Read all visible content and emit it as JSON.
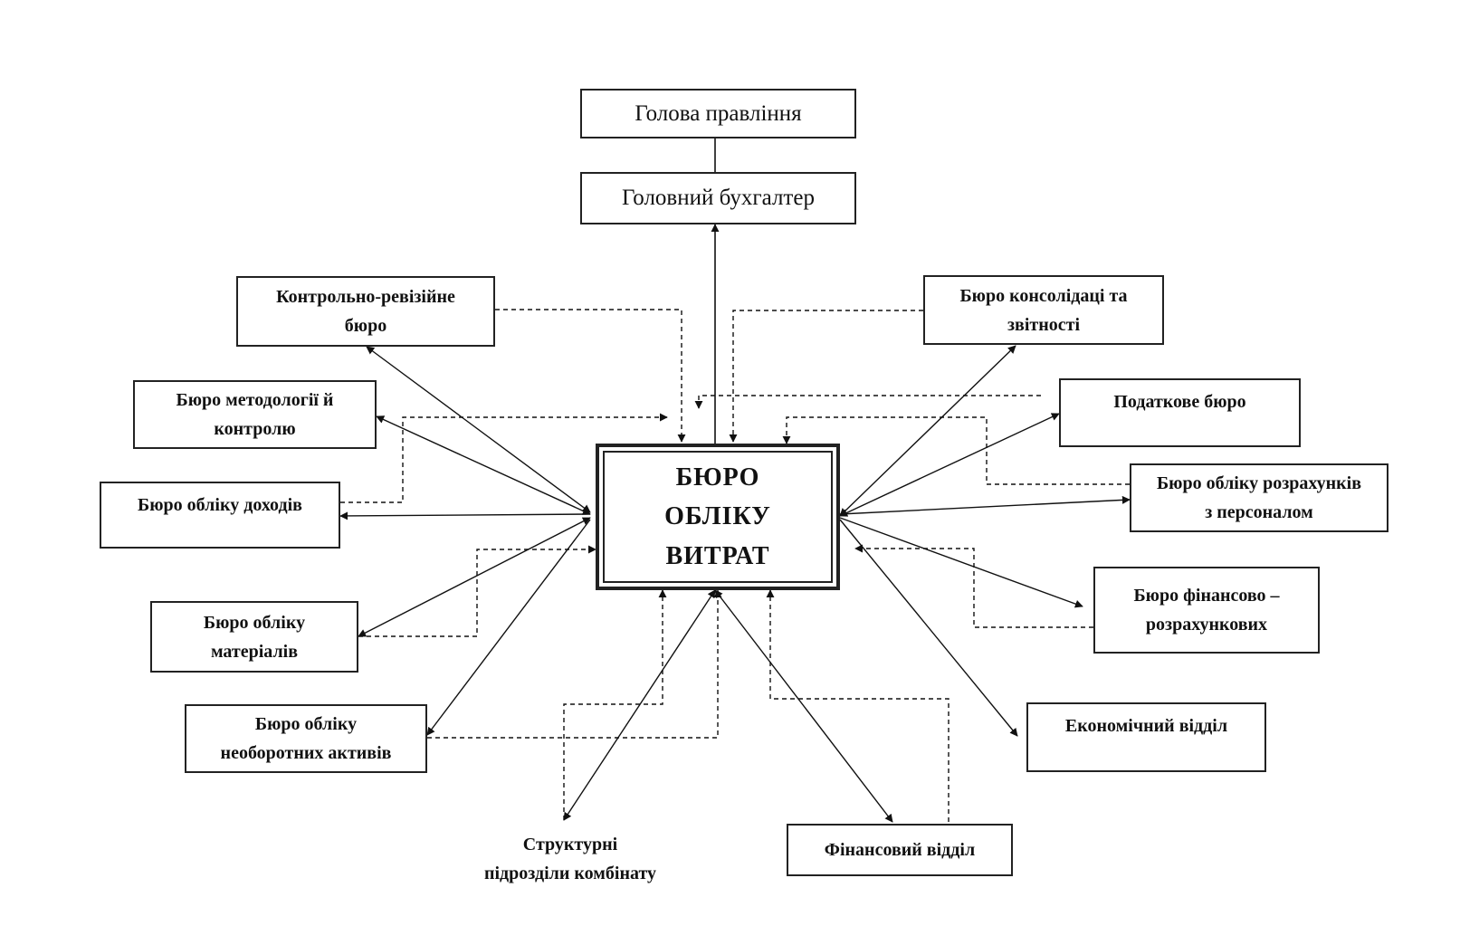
{
  "center": {
    "line1": "БЮРО",
    "line2": "ОБЛІКУ",
    "line3": "ВИТРАТ"
  },
  "head": {
    "label": "Голова правління"
  },
  "chief_accountant": {
    "label": "Головний бухгалтер"
  },
  "units": [
    {
      "id": "audit",
      "line1": "Контрольно-ревізійне",
      "line2": "бюро"
    },
    {
      "id": "methodology",
      "line1": "Бюро методології й",
      "line2": "контролю"
    },
    {
      "id": "income",
      "line1": "Бюро обліку доходів",
      "line2": ""
    },
    {
      "id": "materials",
      "line1": "Бюро обліку",
      "line2": "матеріалів"
    },
    {
      "id": "fixed-assets",
      "line1": "Бюро обліку",
      "line2": "необоротних активів"
    },
    {
      "id": "consolidation",
      "line1": "Бюро консолідаці та",
      "line2": "звітності"
    },
    {
      "id": "tax",
      "line1": "Податкове бюро",
      "line2": ""
    },
    {
      "id": "personnel",
      "line1": "Бюро обліку розрахунків",
      "line2": "з персоналом"
    },
    {
      "id": "fin-settlements",
      "line1": "Бюро фінансово –",
      "line2": "розрахункових"
    },
    {
      "id": "economic",
      "line1": "Економічний відділ",
      "line2": ""
    },
    {
      "id": "finance",
      "line1": "Фінансовий відділ",
      "line2": ""
    }
  ],
  "structural": {
    "line1": "Структурні",
    "line2": "підрозділи комбінату"
  }
}
